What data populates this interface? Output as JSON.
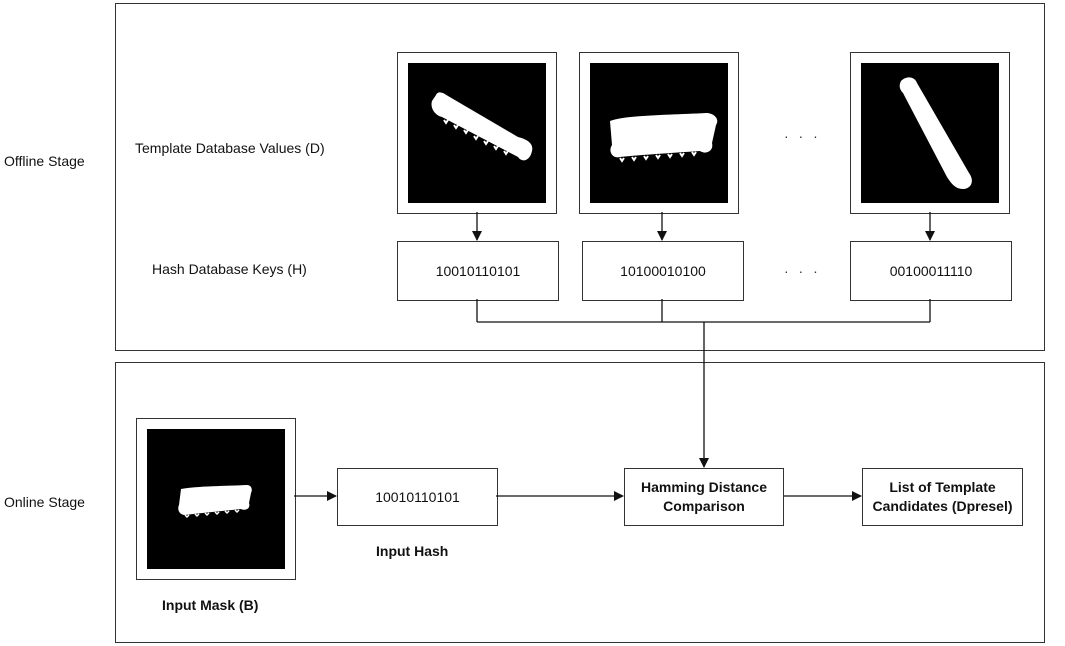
{
  "offline": {
    "stage_label": "Offline Stage",
    "values_label": "Template Database Values (D)",
    "keys_label": "Hash Database Keys (H)",
    "ellipsis": "· · ·",
    "keys": [
      "10010110101",
      "10100010100",
      "00100011110"
    ],
    "templates": [
      "template-mask-tilted-down",
      "template-mask-horizontal",
      "template-mask-steep"
    ]
  },
  "online": {
    "stage_label": "Online Stage",
    "input_mask_label": "Input Mask (B)",
    "input_hash_value": "10010110101",
    "input_hash_label": "Input Hash",
    "comparison_label": "Hamming Distance Comparison",
    "output_label": "List of Template Candidates (Dpresel)"
  },
  "colors": {
    "mask_bg": "#000000",
    "mask_fg": "#ffffff",
    "line": "#111111"
  }
}
